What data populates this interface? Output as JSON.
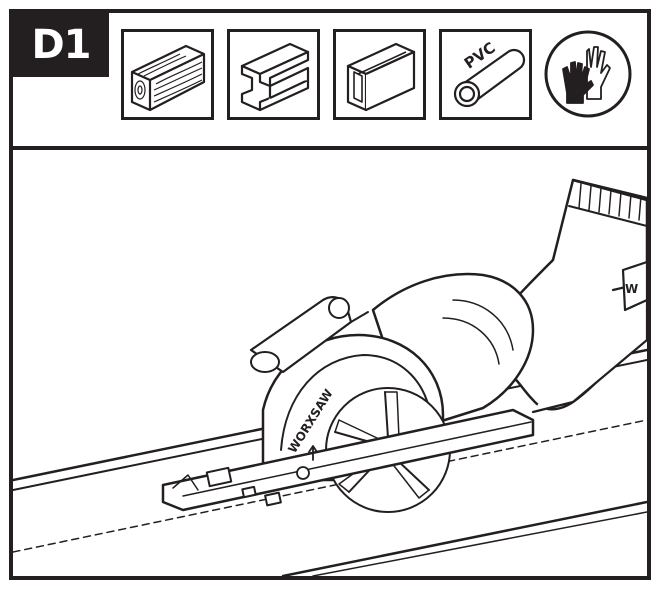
{
  "step": {
    "label": "D1"
  },
  "materials": [
    {
      "name": "wood",
      "icon": "wood-plank-icon"
    },
    {
      "name": "aluminum-h-profile",
      "icon": "h-profile-icon"
    },
    {
      "name": "aluminum-u-profile",
      "icon": "u-channel-icon"
    },
    {
      "name": "pvc-pipe",
      "icon": "pvc-pipe-icon",
      "label": "PVC"
    }
  ],
  "safety": {
    "icon": "protective-gloves-icon"
  },
  "tool": {
    "brand_label": "WORXSAW",
    "handle_label": "W"
  },
  "colors": {
    "ink": "#231f20",
    "paper": "#ffffff"
  }
}
